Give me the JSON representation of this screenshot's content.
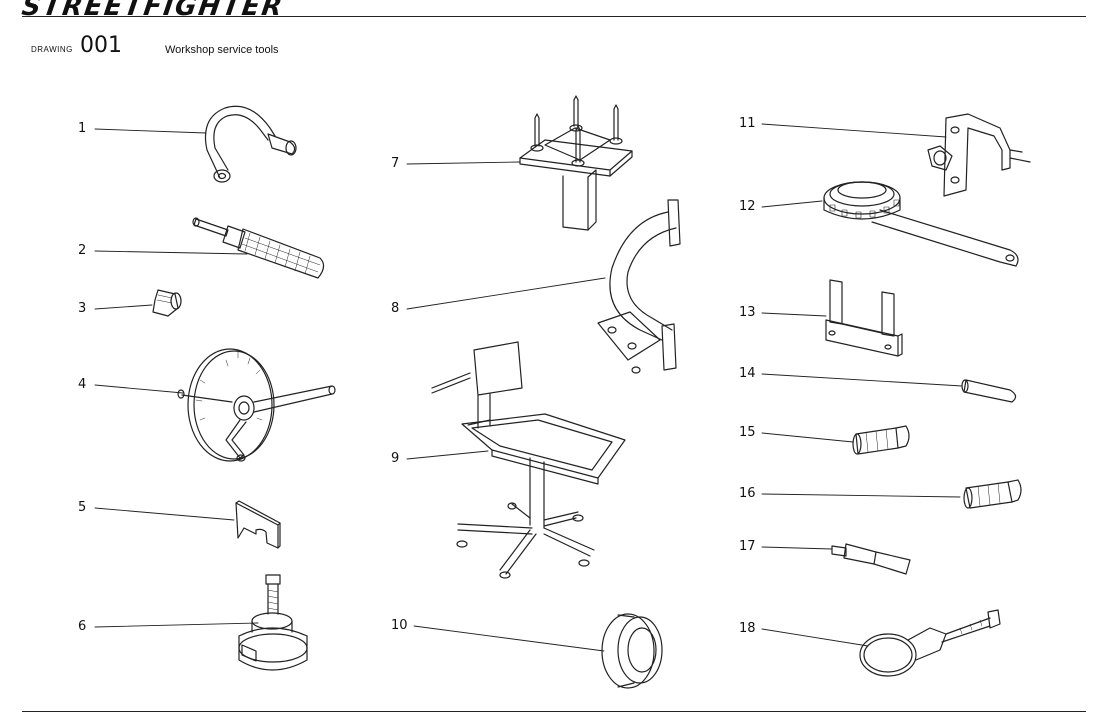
{
  "header": {
    "brand": "STREETFIGHTER",
    "drawing_label": "DRAWING",
    "drawing_number": "001",
    "drawing_title": "Workshop service tools"
  },
  "callouts": [
    "1",
    "2",
    "3",
    "4",
    "5",
    "6",
    "7",
    "8",
    "9",
    "10",
    "11",
    "12",
    "13",
    "14",
    "15",
    "16",
    "17",
    "18"
  ],
  "tools": [
    {
      "name": "tool-1-hook-wrench-icon"
    },
    {
      "name": "tool-2-knurled-handle-tool-icon"
    },
    {
      "name": "tool-3-small-knurled-nut-icon"
    },
    {
      "name": "tool-4-degree-wheel-icon"
    },
    {
      "name": "tool-5-slotted-plate-icon"
    },
    {
      "name": "tool-6-puller-icon"
    },
    {
      "name": "tool-7-engine-mount-plate-icon"
    },
    {
      "name": "tool-8-support-arm-icon"
    },
    {
      "name": "tool-9-engine-stand-icon"
    },
    {
      "name": "tool-10-ring-icon"
    },
    {
      "name": "tool-11-bracket-icon"
    },
    {
      "name": "tool-12-pin-wrench-icon"
    },
    {
      "name": "tool-13-fork-holder-icon"
    },
    {
      "name": "tool-14-pin-icon"
    },
    {
      "name": "tool-15-knurled-driver-icon"
    },
    {
      "name": "tool-16-knurled-driver-icon"
    },
    {
      "name": "tool-17-pen-tool-icon"
    },
    {
      "name": "tool-18-strap-wrench-icon"
    }
  ]
}
